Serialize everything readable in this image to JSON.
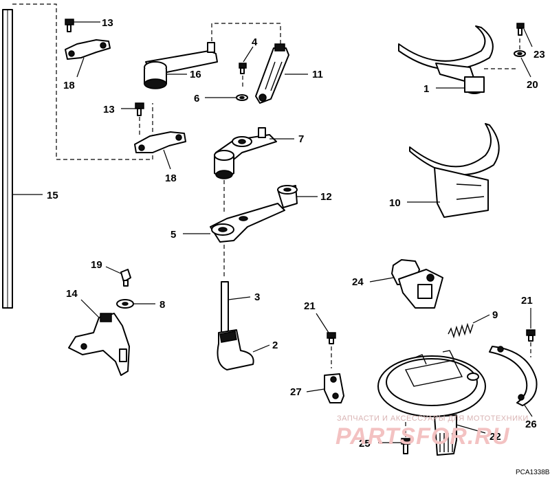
{
  "callouts": [
    {
      "id": "c13a",
      "text": "13"
    },
    {
      "id": "c18a",
      "text": "18"
    },
    {
      "id": "c13b",
      "text": "13"
    },
    {
      "id": "c18b",
      "text": "18"
    },
    {
      "id": "c16",
      "text": "16"
    },
    {
      "id": "c4",
      "text": "4"
    },
    {
      "id": "c11",
      "text": "11"
    },
    {
      "id": "c6",
      "text": "6"
    },
    {
      "id": "c7",
      "text": "7"
    },
    {
      "id": "c12",
      "text": "12"
    },
    {
      "id": "c5",
      "text": "5"
    },
    {
      "id": "c3",
      "text": "3"
    },
    {
      "id": "c2",
      "text": "2"
    },
    {
      "id": "c15",
      "text": "15"
    },
    {
      "id": "c19",
      "text": "19"
    },
    {
      "id": "c14",
      "text": "14"
    },
    {
      "id": "c8",
      "text": "8"
    },
    {
      "id": "c1",
      "text": "1"
    },
    {
      "id": "c23",
      "text": "23"
    },
    {
      "id": "c20",
      "text": "20"
    },
    {
      "id": "c10",
      "text": "10"
    },
    {
      "id": "c24",
      "text": "24"
    },
    {
      "id": "c9",
      "text": "9"
    },
    {
      "id": "c21a",
      "text": "21"
    },
    {
      "id": "c21b",
      "text": "21"
    },
    {
      "id": "c27",
      "text": "27"
    },
    {
      "id": "c26",
      "text": "26"
    },
    {
      "id": "c22",
      "text": "22"
    },
    {
      "id": "c25",
      "text": "25"
    }
  ],
  "watermark": {
    "line1": "ЗАПЧАСТИ И АКСЕССУАРЫ ДЛЯ МОТОТЕХНИКИ",
    "line2": "PARTSFOR.RU"
  },
  "drawing_code": "PCA1338B"
}
